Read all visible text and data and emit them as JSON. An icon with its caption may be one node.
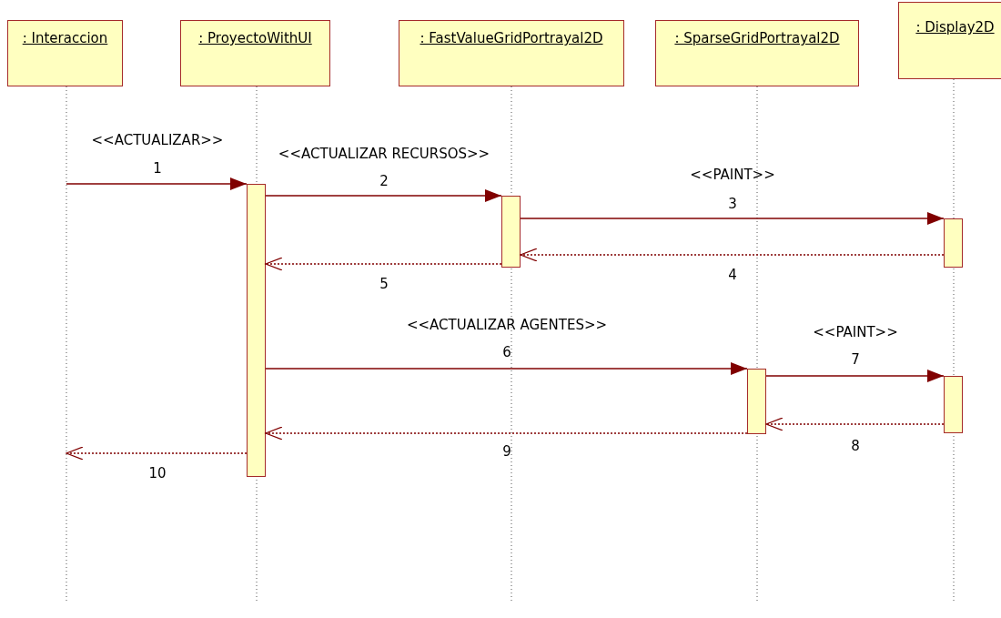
{
  "diagram": {
    "nodes": [
      {
        "text": [
          ": Interaccion"
        ]
      },
      {
        "text": [
          ": ProyectoWithUI"
        ]
      },
      {
        "text": [
          ": FastValueGridPortrayal2D"
        ]
      },
      {
        "text": [
          ": SparseGridPortrayal2D"
        ]
      },
      {
        "text": [
          ": Display2D"
        ]
      },
      {
        "text": [],
        "shape": "bar"
      },
      {
        "text": [],
        "shape": "bar"
      },
      {
        "text": [],
        "shape": "bar"
      },
      {
        "text": [],
        "shape": "bar"
      },
      {
        "text": [],
        "shape": "bar"
      }
    ],
    "edges": [
      {
        "from": null,
        "to": 5,
        "arrow": "to",
        "label": "1"
      },
      {
        "from": 5,
        "to": 6,
        "arrow": "to",
        "label": "2"
      },
      {
        "from": 6,
        "to": 7,
        "arrow": "to",
        "label": "3"
      },
      {
        "from": 7,
        "to": 6,
        "arrow": "to",
        "label": "4",
        "style": "dashed"
      },
      {
        "from": 6,
        "to": 5,
        "arrow": "to",
        "label": "5",
        "style": "dashed"
      },
      {
        "from": 5,
        "to": 8,
        "arrow": "to",
        "label": "6"
      },
      {
        "from": 8,
        "to": 9,
        "arrow": "to",
        "label": "7"
      },
      {
        "from": 9,
        "to": 8,
        "arrow": "to",
        "label": "8",
        "style": "dashed"
      },
      {
        "from": 8,
        "to": 5,
        "arrow": "to",
        "label": "9",
        "style": "dashed"
      },
      {
        "from": 5,
        "to": null,
        "arrow": "to",
        "label": "10",
        "style": "dashed"
      }
    ],
    "labels": [
      "<<ACTUALIZAR>>",
      "<<ACTUALIZAR RECURSOS>>",
      "<<PAINT>>",
      "<<ACTUALIZAR AGENTES>>",
      "<<PAINT>>"
    ]
  }
}
